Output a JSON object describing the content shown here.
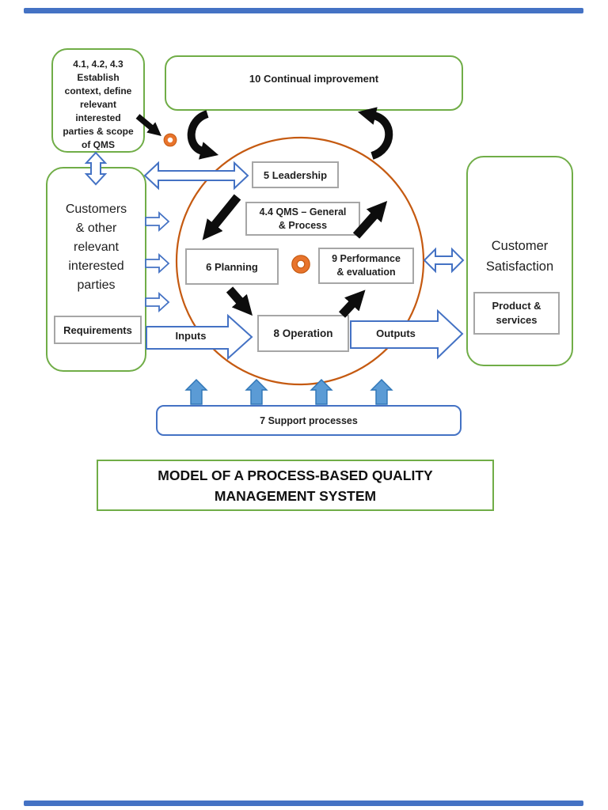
{
  "colors": {
    "page_edge_blue": "#4472c4",
    "green_border": "#70ad47",
    "gray_border": "#a6a6a6",
    "blue_outline": "#4472c4",
    "blue_solid_fill": "#5b9bd5",
    "orange_circle": "#c55a11",
    "orange_donut": "#e8742c",
    "black_arrow": "#0d0d0d",
    "text": "#1f1f1f"
  },
  "context_box": {
    "lines": [
      "4.1, 4.2, 4.3",
      "Establish",
      "context, define",
      "relevant",
      "interested",
      "parties & scope",
      "of QMS"
    ]
  },
  "continual_improvement": {
    "label": "10 Continual improvement"
  },
  "customers_box": {
    "lines": [
      "Customers",
      "& other",
      "relevant",
      "interested",
      "parties"
    ]
  },
  "requirements": {
    "label": "Requirements"
  },
  "pdca_circle": {
    "leadership": "5 Leadership",
    "qms_lines": [
      "4.4 QMS – General",
      "& Process"
    ],
    "planning": "6 Planning",
    "performance_lines": [
      "9 Performance",
      "& evaluation"
    ],
    "operation": "8 Operation"
  },
  "flows": {
    "inputs": "Inputs",
    "outputs": "Outputs"
  },
  "customer_satisfaction": {
    "lines": [
      "Customer",
      "Satisfaction"
    ]
  },
  "product_services": {
    "lines": [
      "Product &",
      "services"
    ]
  },
  "support_processes": {
    "label": "7 Support processes"
  },
  "title_box": {
    "lines": [
      "MODEL OF A PROCESS-BASED QUALITY",
      "MANAGEMENT SYSTEM"
    ]
  }
}
